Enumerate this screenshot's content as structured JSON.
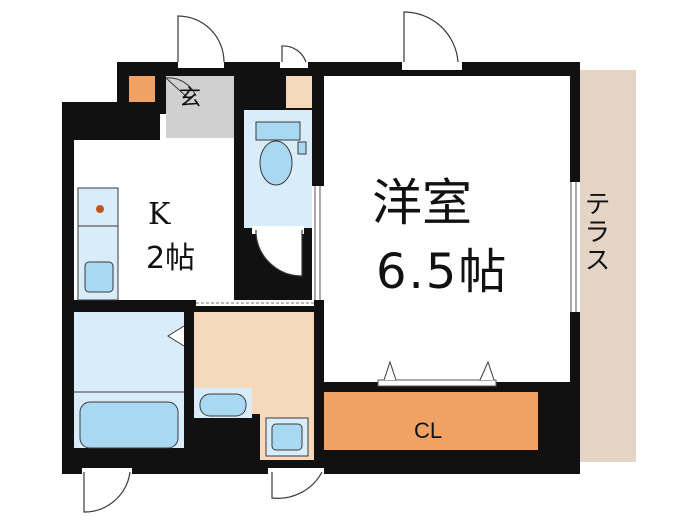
{
  "rooms": {
    "entrance": {
      "label": "玄"
    },
    "kitchen": {
      "label": "K",
      "size_label": "2帖"
    },
    "western_room": {
      "label": "洋室",
      "size_label": "6.5帖"
    },
    "closet": {
      "label": "CL"
    },
    "terrace": {
      "label": "テラス"
    }
  },
  "colors": {
    "wall": "#111111",
    "floor": "#ffffff",
    "wet_area": "#d9ecfa",
    "fixture": "#a9d8f3",
    "fixture_stroke": "#3a3a3a",
    "washroom": "#f6d8bb",
    "closet": "#f0a264",
    "entrance_floor": "#d0d0d0",
    "shoe_box": "#f0a264",
    "terrace": "#e3d4c5"
  }
}
